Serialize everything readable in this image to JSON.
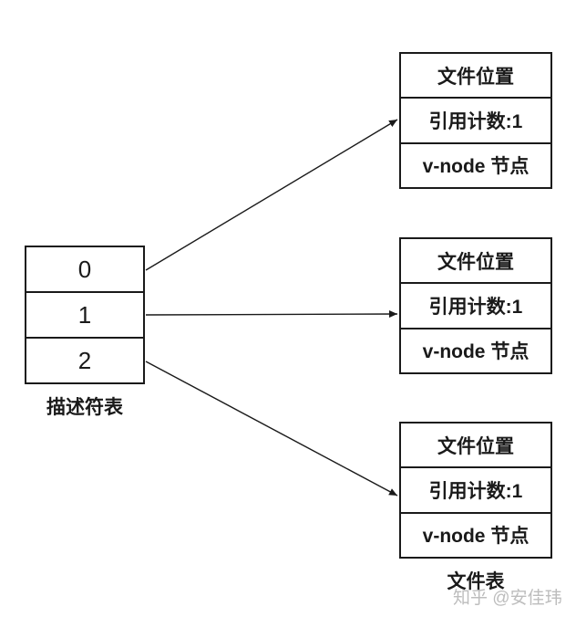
{
  "colors": {
    "line": "#1a1a1a",
    "watermark": "#bdbdbd",
    "background": "#ffffff"
  },
  "descriptor_table": {
    "rows": [
      "0",
      "1",
      "2"
    ],
    "label": "描述符表"
  },
  "file_tables": [
    {
      "rows": [
        "文件位置",
        "引用计数:1",
        "v-node 节点"
      ]
    },
    {
      "rows": [
        "文件位置",
        "引用计数:1",
        "v-node 节点"
      ]
    },
    {
      "rows": [
        "文件位置",
        "引用计数:1",
        "v-node 节点"
      ]
    }
  ],
  "file_tables_label": "文件表",
  "watermark": "知乎 @安佳玮"
}
